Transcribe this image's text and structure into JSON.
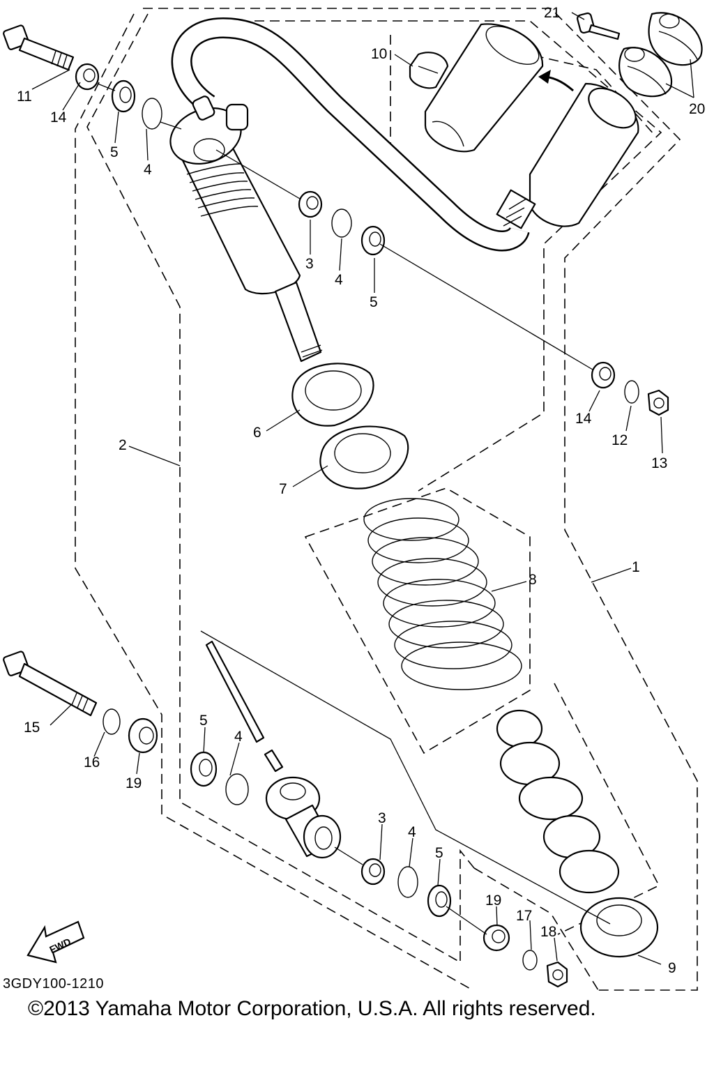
{
  "labels": {
    "l1": "1",
    "l2": "2",
    "l3a": "3",
    "l3b": "3",
    "l4a": "4",
    "l4b": "4",
    "l4c": "4",
    "l4d": "4",
    "l5a": "5",
    "l5b": "5",
    "l5c": "5",
    "l5d": "5",
    "l6": "6",
    "l7": "7",
    "l8": "8",
    "l9": "9",
    "l10": "10",
    "l11": "11",
    "l12": "12",
    "l13": "13",
    "l14a": "14",
    "l14b": "14",
    "l15": "15",
    "l16": "16",
    "l17": "17",
    "l18": "18",
    "l19a": "19",
    "l19b": "19",
    "l20": "20",
    "l21": "21"
  },
  "fwd_label": "FWD",
  "ref_code": "3GDY100-1210",
  "copyright": "©2013 Yamaha Motor Corporation, U.S.A. All rights reserved."
}
